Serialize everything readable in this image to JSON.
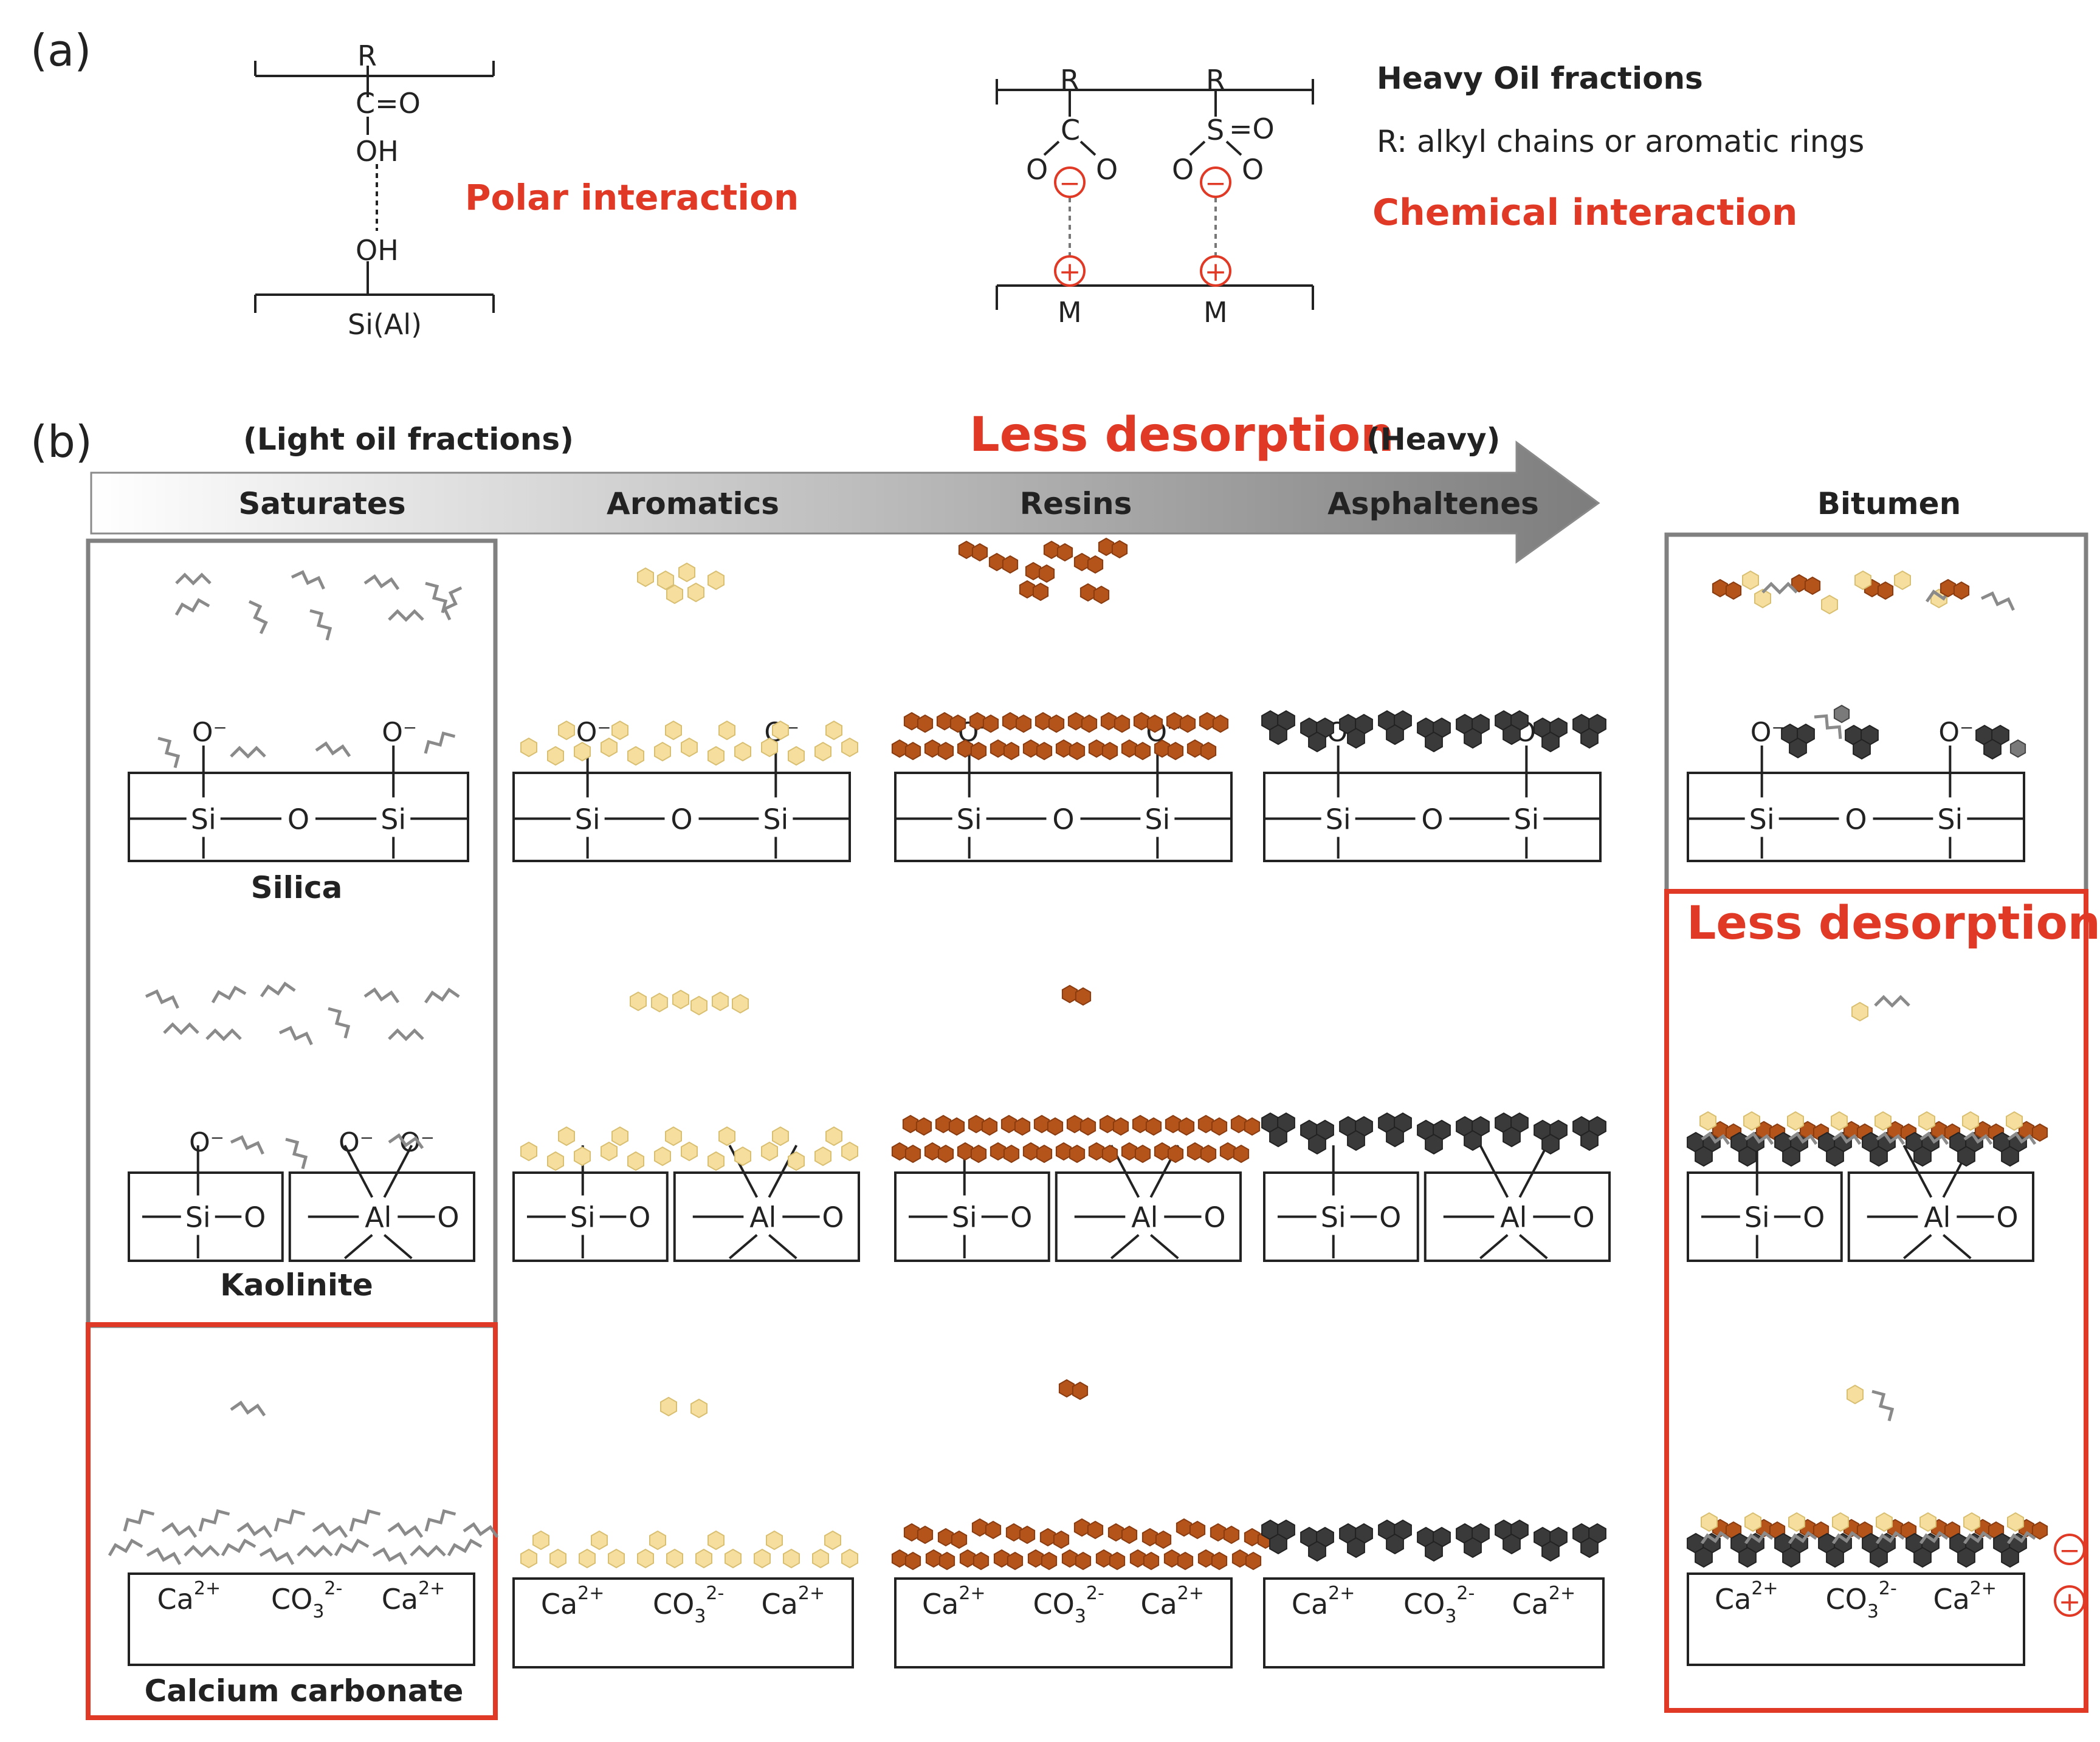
{
  "panel_a": {
    "label": "(a)",
    "polar": {
      "top_r": "R",
      "carbonyl": "C=O",
      "top_oh": "OH",
      "bottom_oh": "OH",
      "surface": "Si(Al)",
      "caption": "Polar interaction"
    },
    "chemical": {
      "r1": "R",
      "r2": "R",
      "c_atom": "C",
      "s_atom": "S",
      "o_left1": "O",
      "o_right1": "O",
      "o_left2": "O",
      "o_right2": "O",
      "o_top2": "=O",
      "minus": "−",
      "plus": "+",
      "m1": "M",
      "m2": "M"
    },
    "legend": {
      "title": "Heavy Oil fractions",
      "r_def": "R: alkyl chains or aromatic rings",
      "caption": "Chemical interaction"
    }
  },
  "panel_b": {
    "label": "(b)",
    "light_label": "(Light oil fractions)",
    "less_desorption": "Less desorption",
    "heavy_label": "(Heavy)",
    "columns": [
      "Saturates",
      "Aromatics",
      "Resins",
      "Asphaltenes"
    ],
    "bitumen": "Bitumen",
    "bitumen_less_desorption": "Less desorption",
    "rows": [
      "Silica",
      "Kaolinite",
      "Calcium carbonate"
    ],
    "surface_text": {
      "si": "Si",
      "o": "O",
      "al": "Al",
      "o_minus": "O⁻",
      "ca": "Ca",
      "ca_charge": "2+",
      "co3": "CO",
      "co3_sub": "3",
      "co3_charge": "2-"
    },
    "charge_minus": "−",
    "charge_plus": "+"
  },
  "colors": {
    "saturate": "#8a8a8a",
    "aromatic": "#f6df9e",
    "resin": "#b4541a",
    "asphaltene": "#3a3a3a",
    "accent_red": "#e03a26",
    "box_gray": "#808080"
  }
}
